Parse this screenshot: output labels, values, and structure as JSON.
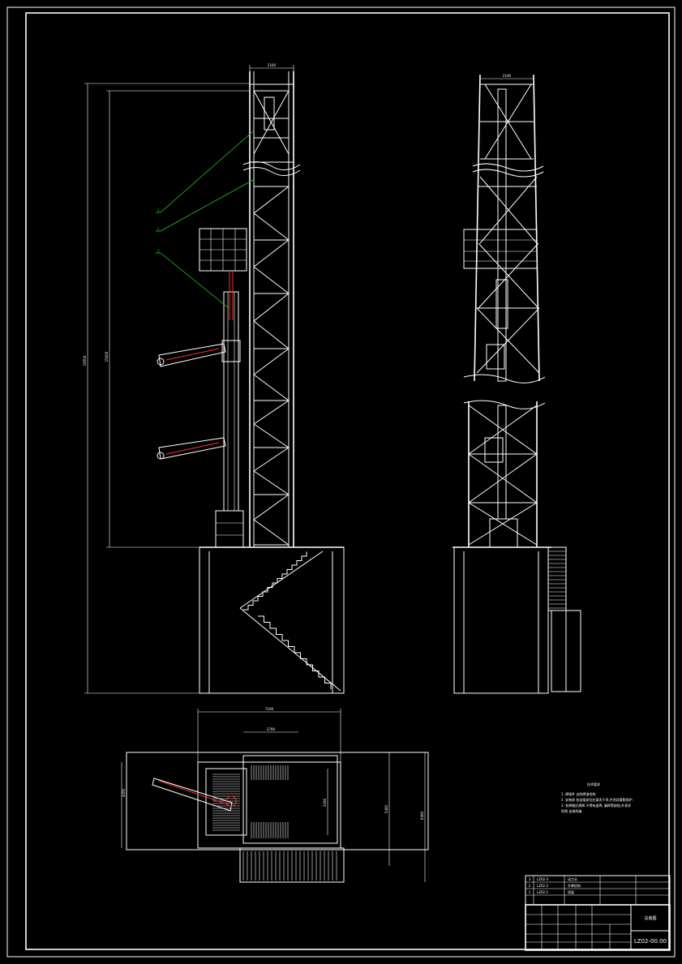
{
  "drawing": {
    "dims": {
      "side_top_width": "2100",
      "front_top_width": "2100",
      "height_total": "19500",
      "height_tower": "15000",
      "plan_width_outer": "7100",
      "plan_width_inner": "2700",
      "plan_depth_left": "4200",
      "plan_depth_inner": "3200",
      "plan_depth_right1": "5400",
      "plan_depth_right2": "6400"
    },
    "callouts": [
      "1",
      "2",
      "3"
    ],
    "notes": {
      "title": "技术要求",
      "lines": [
        "1. 焊接件 去除焊渣毛刺.",
        "2. 安装前 各连接部位应清洗干净,并涂润滑脂保护.",
        "3. 各焊缝应满焊,不得有虚焊, 漏焊等缺陷,外表涂",
        "   防锈 油漆两遍."
      ]
    },
    "parts_list": [
      {
        "no": "3",
        "code": "LZ02-3",
        "name": "动力头"
      },
      {
        "no": "2",
        "code": "LZ02-2",
        "name": "升降机构"
      },
      {
        "no": "1",
        "code": "LZ02-1",
        "name": "塔架"
      }
    ],
    "title_block": {
      "drawing_name": "总装图",
      "drawing_number": "LZ02-00.00"
    }
  }
}
